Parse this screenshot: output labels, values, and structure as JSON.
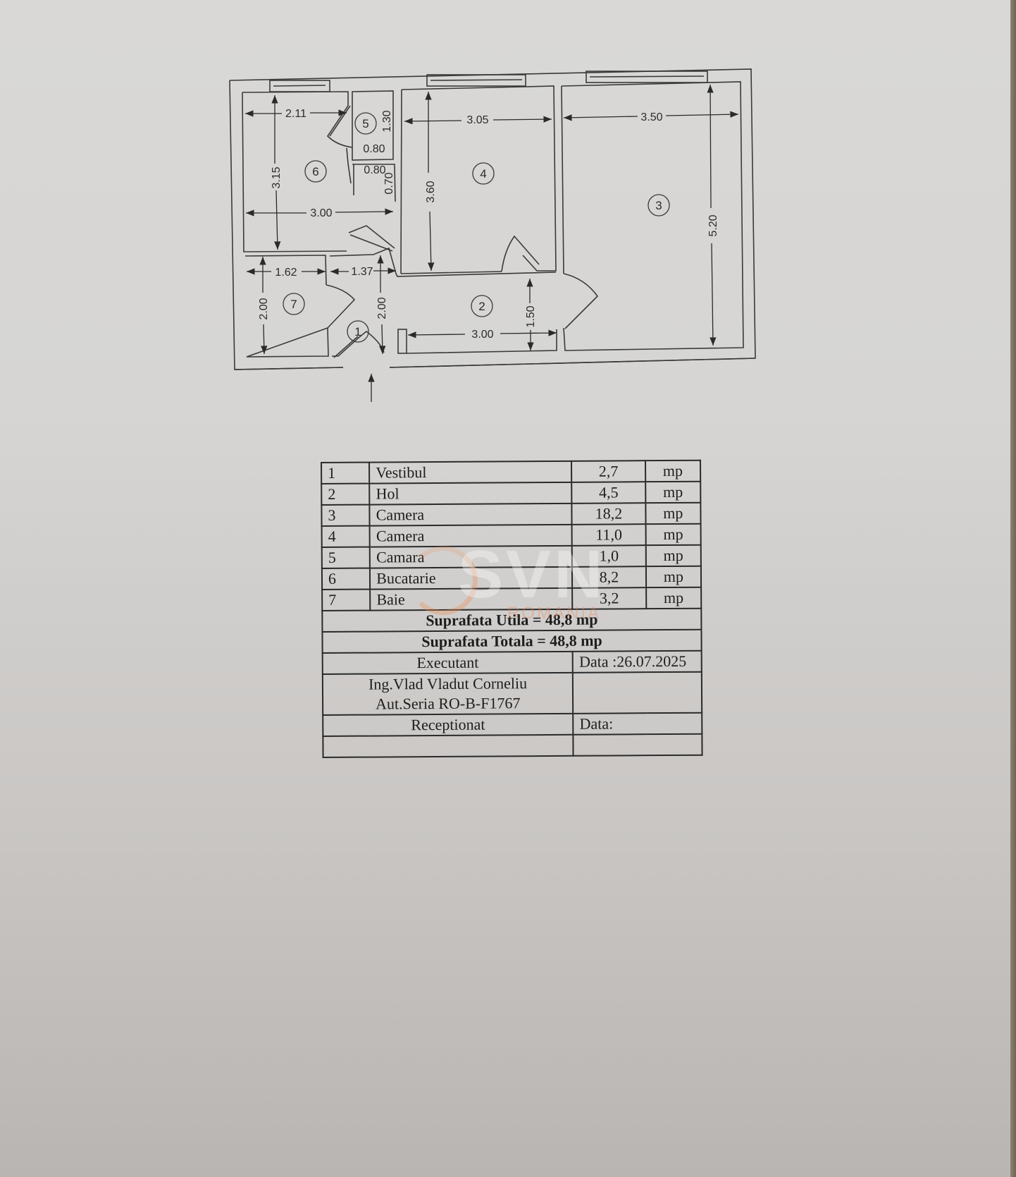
{
  "document": {
    "type": "floor-plan",
    "colors": {
      "paper": "#d7d6d4",
      "ink": "#2a2a2a",
      "watermark_orange": "#eb8c50"
    }
  },
  "floor_plan": {
    "rooms": [
      {
        "number": "1",
        "label": "1"
      },
      {
        "number": "2",
        "label": "2"
      },
      {
        "number": "3",
        "label": "3"
      },
      {
        "number": "4",
        "label": "4"
      },
      {
        "number": "5",
        "label": "5"
      },
      {
        "number": "6",
        "label": "6"
      },
      {
        "number": "7",
        "label": "7"
      }
    ],
    "dimensions": {
      "r6_width_top": "2.11",
      "r6_height": "3.15",
      "r6_width": "3.00",
      "r5_height": "1.30",
      "r5_width": "0.80",
      "closet_width": "0.80",
      "closet_height": "0.70",
      "r4_width": "3.05",
      "r4_height": "3.60",
      "r3_width": "3.50",
      "r3_height": "5.20",
      "r7_width": "1.62",
      "r7_height": "2.00",
      "r1_width": "1.37",
      "r1_height": "2.00",
      "r2_width": "3.00",
      "r2_height": "1.50"
    },
    "entrance_arrow": "arrow-up"
  },
  "area_table": {
    "rows": [
      {
        "num": "1",
        "name": "Vestibul",
        "area": "2,7",
        "unit": "mp"
      },
      {
        "num": "2",
        "name": "Hol",
        "area": "4,5",
        "unit": "mp"
      },
      {
        "num": "3",
        "name": "Camera",
        "area": "18,2",
        "unit": "mp"
      },
      {
        "num": "4",
        "name": "Camera",
        "area": "11,0",
        "unit": "mp"
      },
      {
        "num": "5",
        "name": "Camara",
        "area": "1,0",
        "unit": "mp"
      },
      {
        "num": "6",
        "name": "Bucatarie",
        "area": "8,2",
        "unit": "mp"
      },
      {
        "num": "7",
        "name": "Baie",
        "area": "3,2",
        "unit": "mp"
      }
    ],
    "useful_area": "Suprafata  Utila = 48,8 mp",
    "total_area": "Suprafata Totala = 48,8 mp",
    "executant_label": "Executant",
    "executant_date": "Data :26.07.2025",
    "executant_name": "Ing.Vlad Vladut Corneliu",
    "executant_authorization": "Aut.Seria RO-B-F1767",
    "received_label": "Receptionat",
    "received_date": "Data:"
  },
  "watermark": {
    "text": "SVN",
    "subtext": "ROMANIA"
  }
}
